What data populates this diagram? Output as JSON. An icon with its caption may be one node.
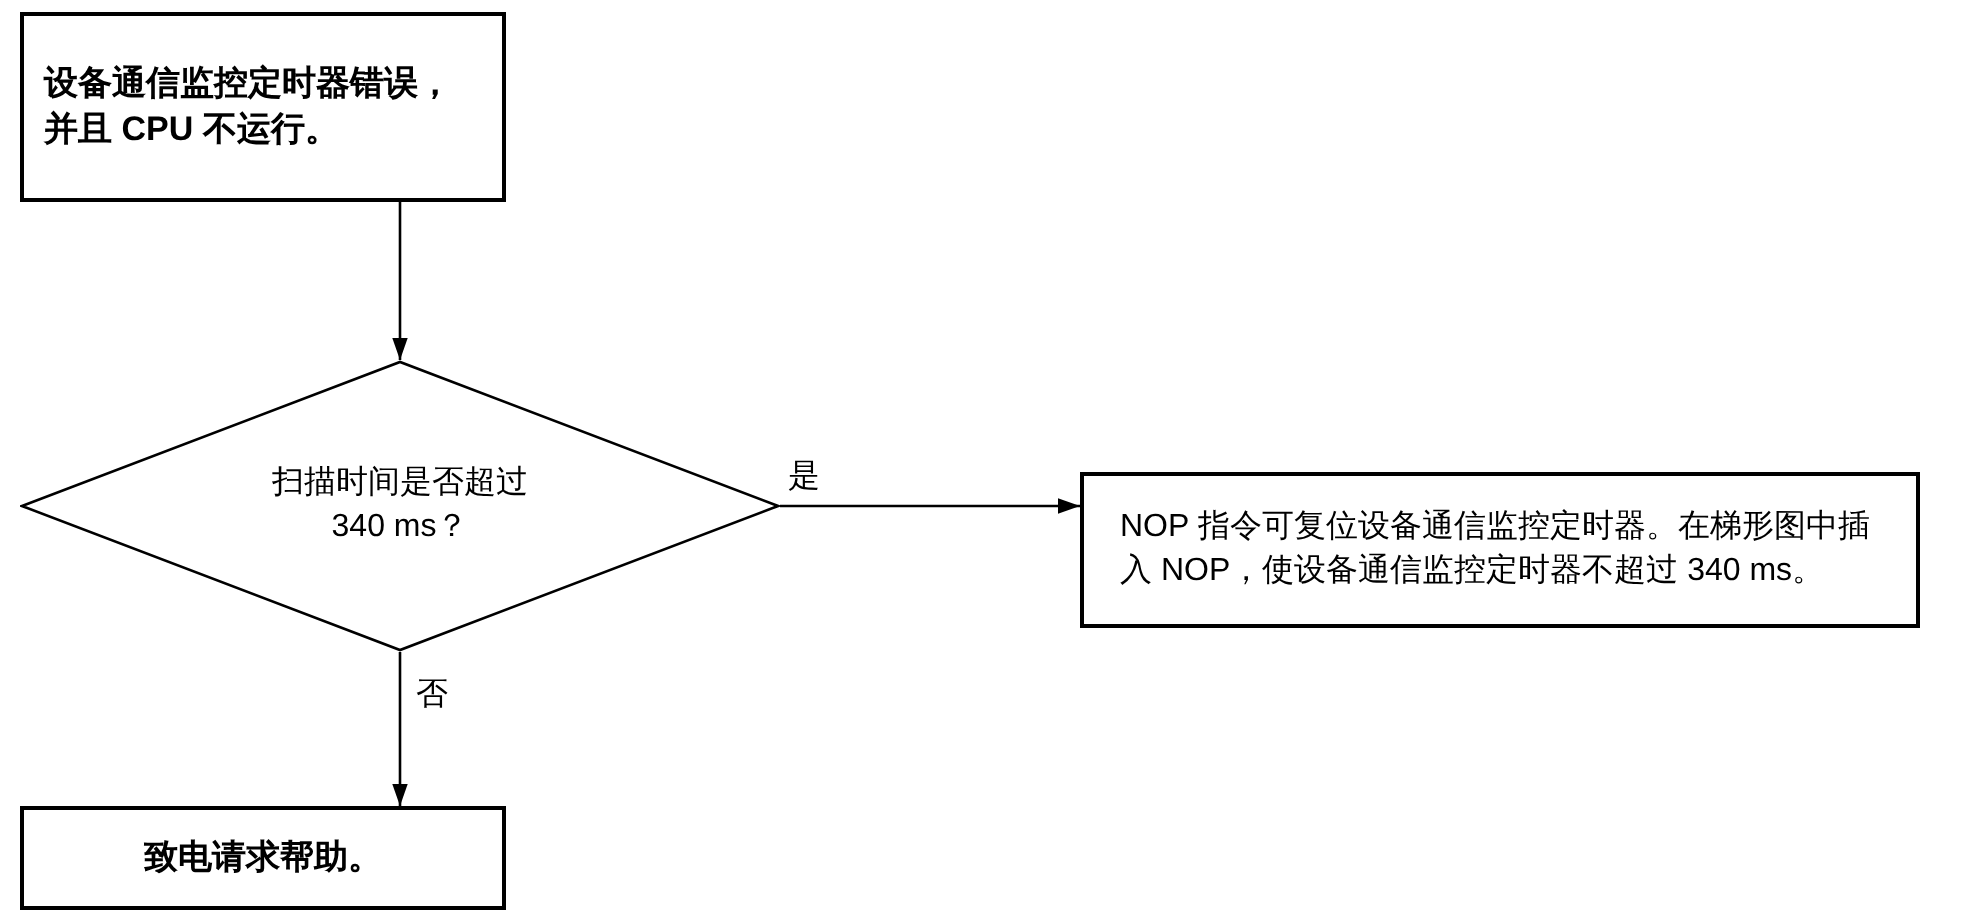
{
  "diagram": {
    "nodes": [
      {
        "text": [
          "设备通信监控定时器错误，并且 **CPU** 不运行。"
        ]
      },
      {
        "text": [
          "扫描时间是否超过 340 ms？"
        ]
      },
      {
        "text": [
          "NOP 指令可复位设备通信监控定时器。在梯形图中插入 NOP，使设备通信监控定时器不超过 340 ms。"
        ]
      },
      {
        "text": [
          "致电请求帮助。"
        ]
      }
    ],
    "edges": [
      {
        "from": 0,
        "to": 1,
        "arrow": "to"
      },
      {
        "from": 1,
        "to": 2,
        "arrow": "to",
        "label": "是"
      },
      {
        "from": 1,
        "to": 3,
        "arrow": "to",
        "label": "否"
      }
    ]
  }
}
